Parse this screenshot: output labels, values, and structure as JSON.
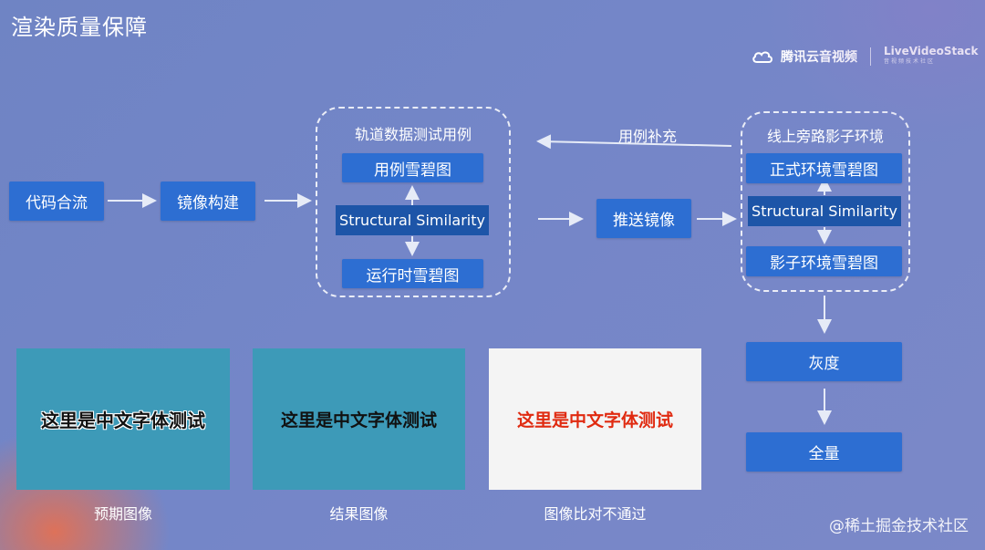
{
  "title": "渲染质量保障",
  "brand": {
    "tencent": "腾讯云音视频",
    "lvs": "LiveVideoStack",
    "lvs_sub": "音视频技术社区"
  },
  "pipeline": {
    "merge": "代码合流",
    "build": "镜像构建",
    "push": "推送镜像",
    "gray": "灰度",
    "full": "全量"
  },
  "test_group": {
    "label": "轨道数据测试用例",
    "snapshot_case": "用例雪碧图",
    "ssim": "Structural Similarity",
    "snapshot_runtime": "运行时雪碧图"
  },
  "shadow_group": {
    "label": "线上旁路影子环境",
    "snapshot_prod": "正式环境雪碧图",
    "ssim": "Structural Similarity",
    "snapshot_shadow": "影子环境雪碧图"
  },
  "feedback_label": "用例补充",
  "panels": [
    {
      "text": "这里是中文字体测试",
      "caption": "预期图像"
    },
    {
      "text": "这里是中文字体测试",
      "caption": "结果图像"
    },
    {
      "text": "这里是中文字体测试",
      "caption": "图像比对不通过"
    }
  ],
  "watermark": "@稀土掘金技术社区",
  "colors": {
    "box": "#2d6ed2",
    "ssim": "#1d55a8",
    "panel_teal": "#3d9ab8",
    "diff_red": "#e02a10"
  }
}
